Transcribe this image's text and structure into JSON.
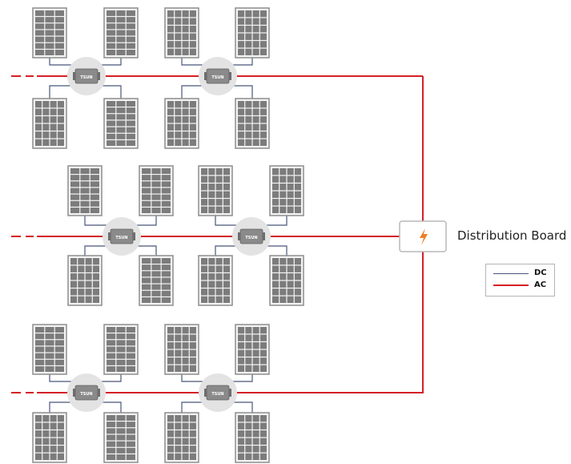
{
  "distribution_board": {
    "label": "Distribution Board",
    "icon": "lightning-bolt-icon"
  },
  "legend": {
    "items": [
      {
        "label": "DC",
        "color": "#49567a"
      },
      {
        "label": "AC",
        "color": "#d42027"
      }
    ]
  },
  "inverter": {
    "brand_text": "TSUN"
  },
  "colors": {
    "ac_line": "#d42027",
    "dc_line": "#49567a",
    "panel_fill": "#f4f4f4",
    "panel_border": "#8d8d8d",
    "cell_fill": "#7c7c7c",
    "inverter_halo": "#e3e3e3",
    "inverter_body": "#8a8a8a",
    "bolt": "#ee7e2a"
  }
}
